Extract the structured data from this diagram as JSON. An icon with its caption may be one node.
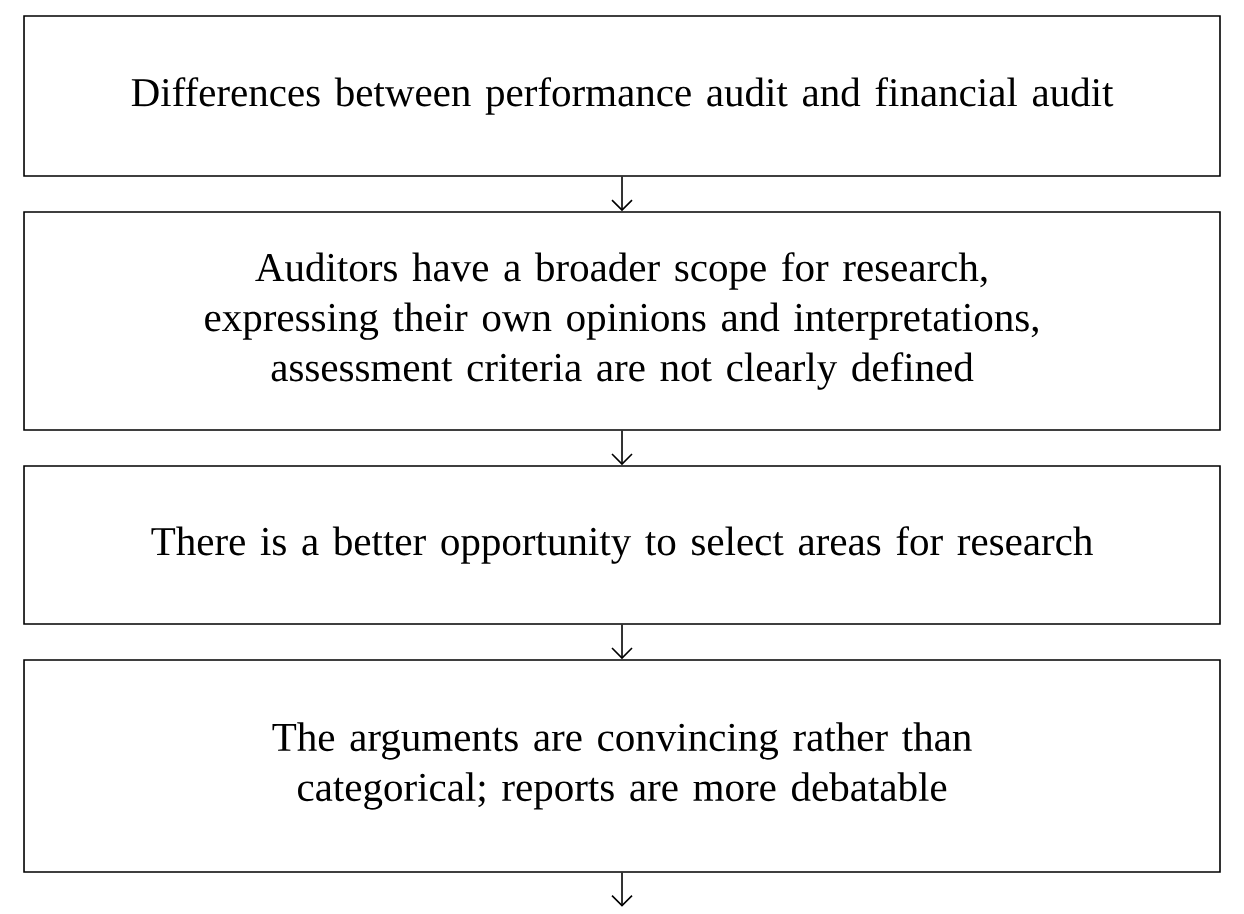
{
  "diagram": {
    "nodes": [
      {
        "text": [
          "Differences between performance audit and financial audit"
        ]
      },
      {
        "text": [
          "Auditors have a broader scope for research, expressing their own opinions and interpretations, assessment criteria are not clearly defined"
        ]
      },
      {
        "text": [
          "There is a better opportunity to select areas for research"
        ]
      },
      {
        "text": [
          "The arguments are convincing rather than categorical; reports are more debatable"
        ]
      }
    ],
    "edges": [
      {
        "from": 0,
        "to": 1,
        "arrow": "to"
      },
      {
        "from": 1,
        "to": 2,
        "arrow": "to"
      },
      {
        "from": 2,
        "to": 3,
        "arrow": "to"
      },
      {
        "from": 3,
        "to": null,
        "arrow": "to"
      }
    ]
  }
}
